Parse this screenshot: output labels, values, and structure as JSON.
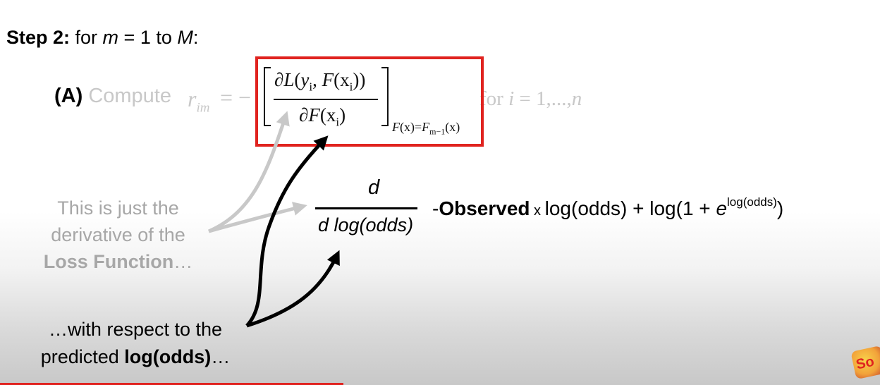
{
  "step": {
    "label": "Step 2:",
    "text_pre": " for ",
    "m": "m",
    "text_mid": " = 1 to ",
    "M": "M",
    "colon": ":"
  },
  "part_a": {
    "label": "(A)",
    "compute": " Compute ",
    "r": "r",
    "r_sub": "im",
    "minus": " = −",
    "for_text": "for ",
    "i": "i",
    "range": " = 1,...,",
    "n": "n"
  },
  "derivative": {
    "num_d": "∂",
    "num_L": "L",
    "num_open": "(",
    "num_y": "y",
    "num_y_sub": "i",
    "num_comma": ", ",
    "num_F": "F",
    "num_x": "(x",
    "num_x_sub": "i",
    "num_close": "))",
    "den_d": "∂",
    "den_F": "F",
    "den_x": "(x",
    "den_x_sub": "i",
    "den_close": ")",
    "eval_F": "F",
    "eval_x": "(x)=",
    "eval_Fm": "F",
    "eval_sub": "m−1",
    "eval_end": "(x)"
  },
  "loss": {
    "d_num": "d",
    "d_den": "d log(odds)",
    "minus": "-",
    "observed": "Observed",
    "times": " x ",
    "log_odds": "log(odds)  + log(1 + ",
    "e": "e",
    "exponent": "log(odds)",
    "close": ")"
  },
  "notes": {
    "line1": "This is just the",
    "line2": "derivative of the",
    "line3_bold": "Loss Function",
    "line3_tail": "…",
    "with_line1": "…with respect to the",
    "with_line2_pre": "predicted ",
    "with_line2_bold": "log(odds)",
    "with_line2_tail": "…"
  },
  "colors": {
    "accent_red": "#e0231f",
    "faded_text": "#c8c8c8",
    "note_gray": "#a7a7a7"
  },
  "progress": {
    "fraction": 0.39
  },
  "channel_logo": {
    "text": "So"
  }
}
